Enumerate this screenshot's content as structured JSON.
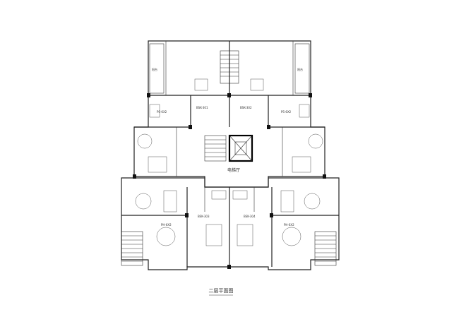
{
  "drawing": {
    "title": "二层平面图",
    "hall_label": "电梯厅",
    "rooms": [
      {
        "id": "r201",
        "label": "BSK-301",
        "anchor": "top-left-suite"
      },
      {
        "id": "r202",
        "label": "BSK-302",
        "anchor": "top-right-suite"
      },
      {
        "id": "r203",
        "label": "BSK-303",
        "anchor": "bottom-left-suite"
      },
      {
        "id": "r204",
        "label": "BSK-304",
        "anchor": "bottom-right-suite"
      },
      {
        "id": "r205",
        "label": "PS-6X2",
        "anchor": "upper-left-bedroom"
      },
      {
        "id": "r206",
        "label": "PS-6X2",
        "anchor": "upper-right-bedroom"
      },
      {
        "id": "r207",
        "label": "PH-6X2",
        "anchor": "lower-left-bedroom"
      },
      {
        "id": "r208",
        "label": "PH-6X2",
        "anchor": "lower-right-bedroom"
      }
    ],
    "balcony_label": "阳台"
  }
}
